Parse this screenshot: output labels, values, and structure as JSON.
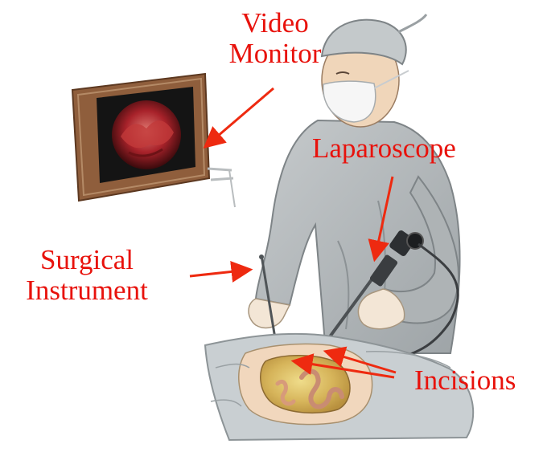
{
  "labels": {
    "video_monitor": [
      "Video",
      "Monitor"
    ],
    "laparoscope": "Laparoscope",
    "surgical_instrument": [
      "Surgical",
      "Instrument"
    ],
    "incisions": "Incisions"
  },
  "colors": {
    "label_red": "#e8120c",
    "arrow_red": "#ee2a10",
    "gown": "#b7bcbe",
    "gown_shadow": "#969c9f",
    "skin": "#f1d7bd",
    "monitor_frame": "#8f5e3c",
    "monitor_screen": "#141414",
    "organ": "#b0242a",
    "drape": "#c9cfd2",
    "bowel": "#c98c72",
    "fat": "#d6b45a"
  },
  "icons": [
    "video-monitor-icon",
    "surgeon-figure",
    "laparoscope-camera-icon",
    "surgical-instrument-icon",
    "patient-abdomen"
  ]
}
